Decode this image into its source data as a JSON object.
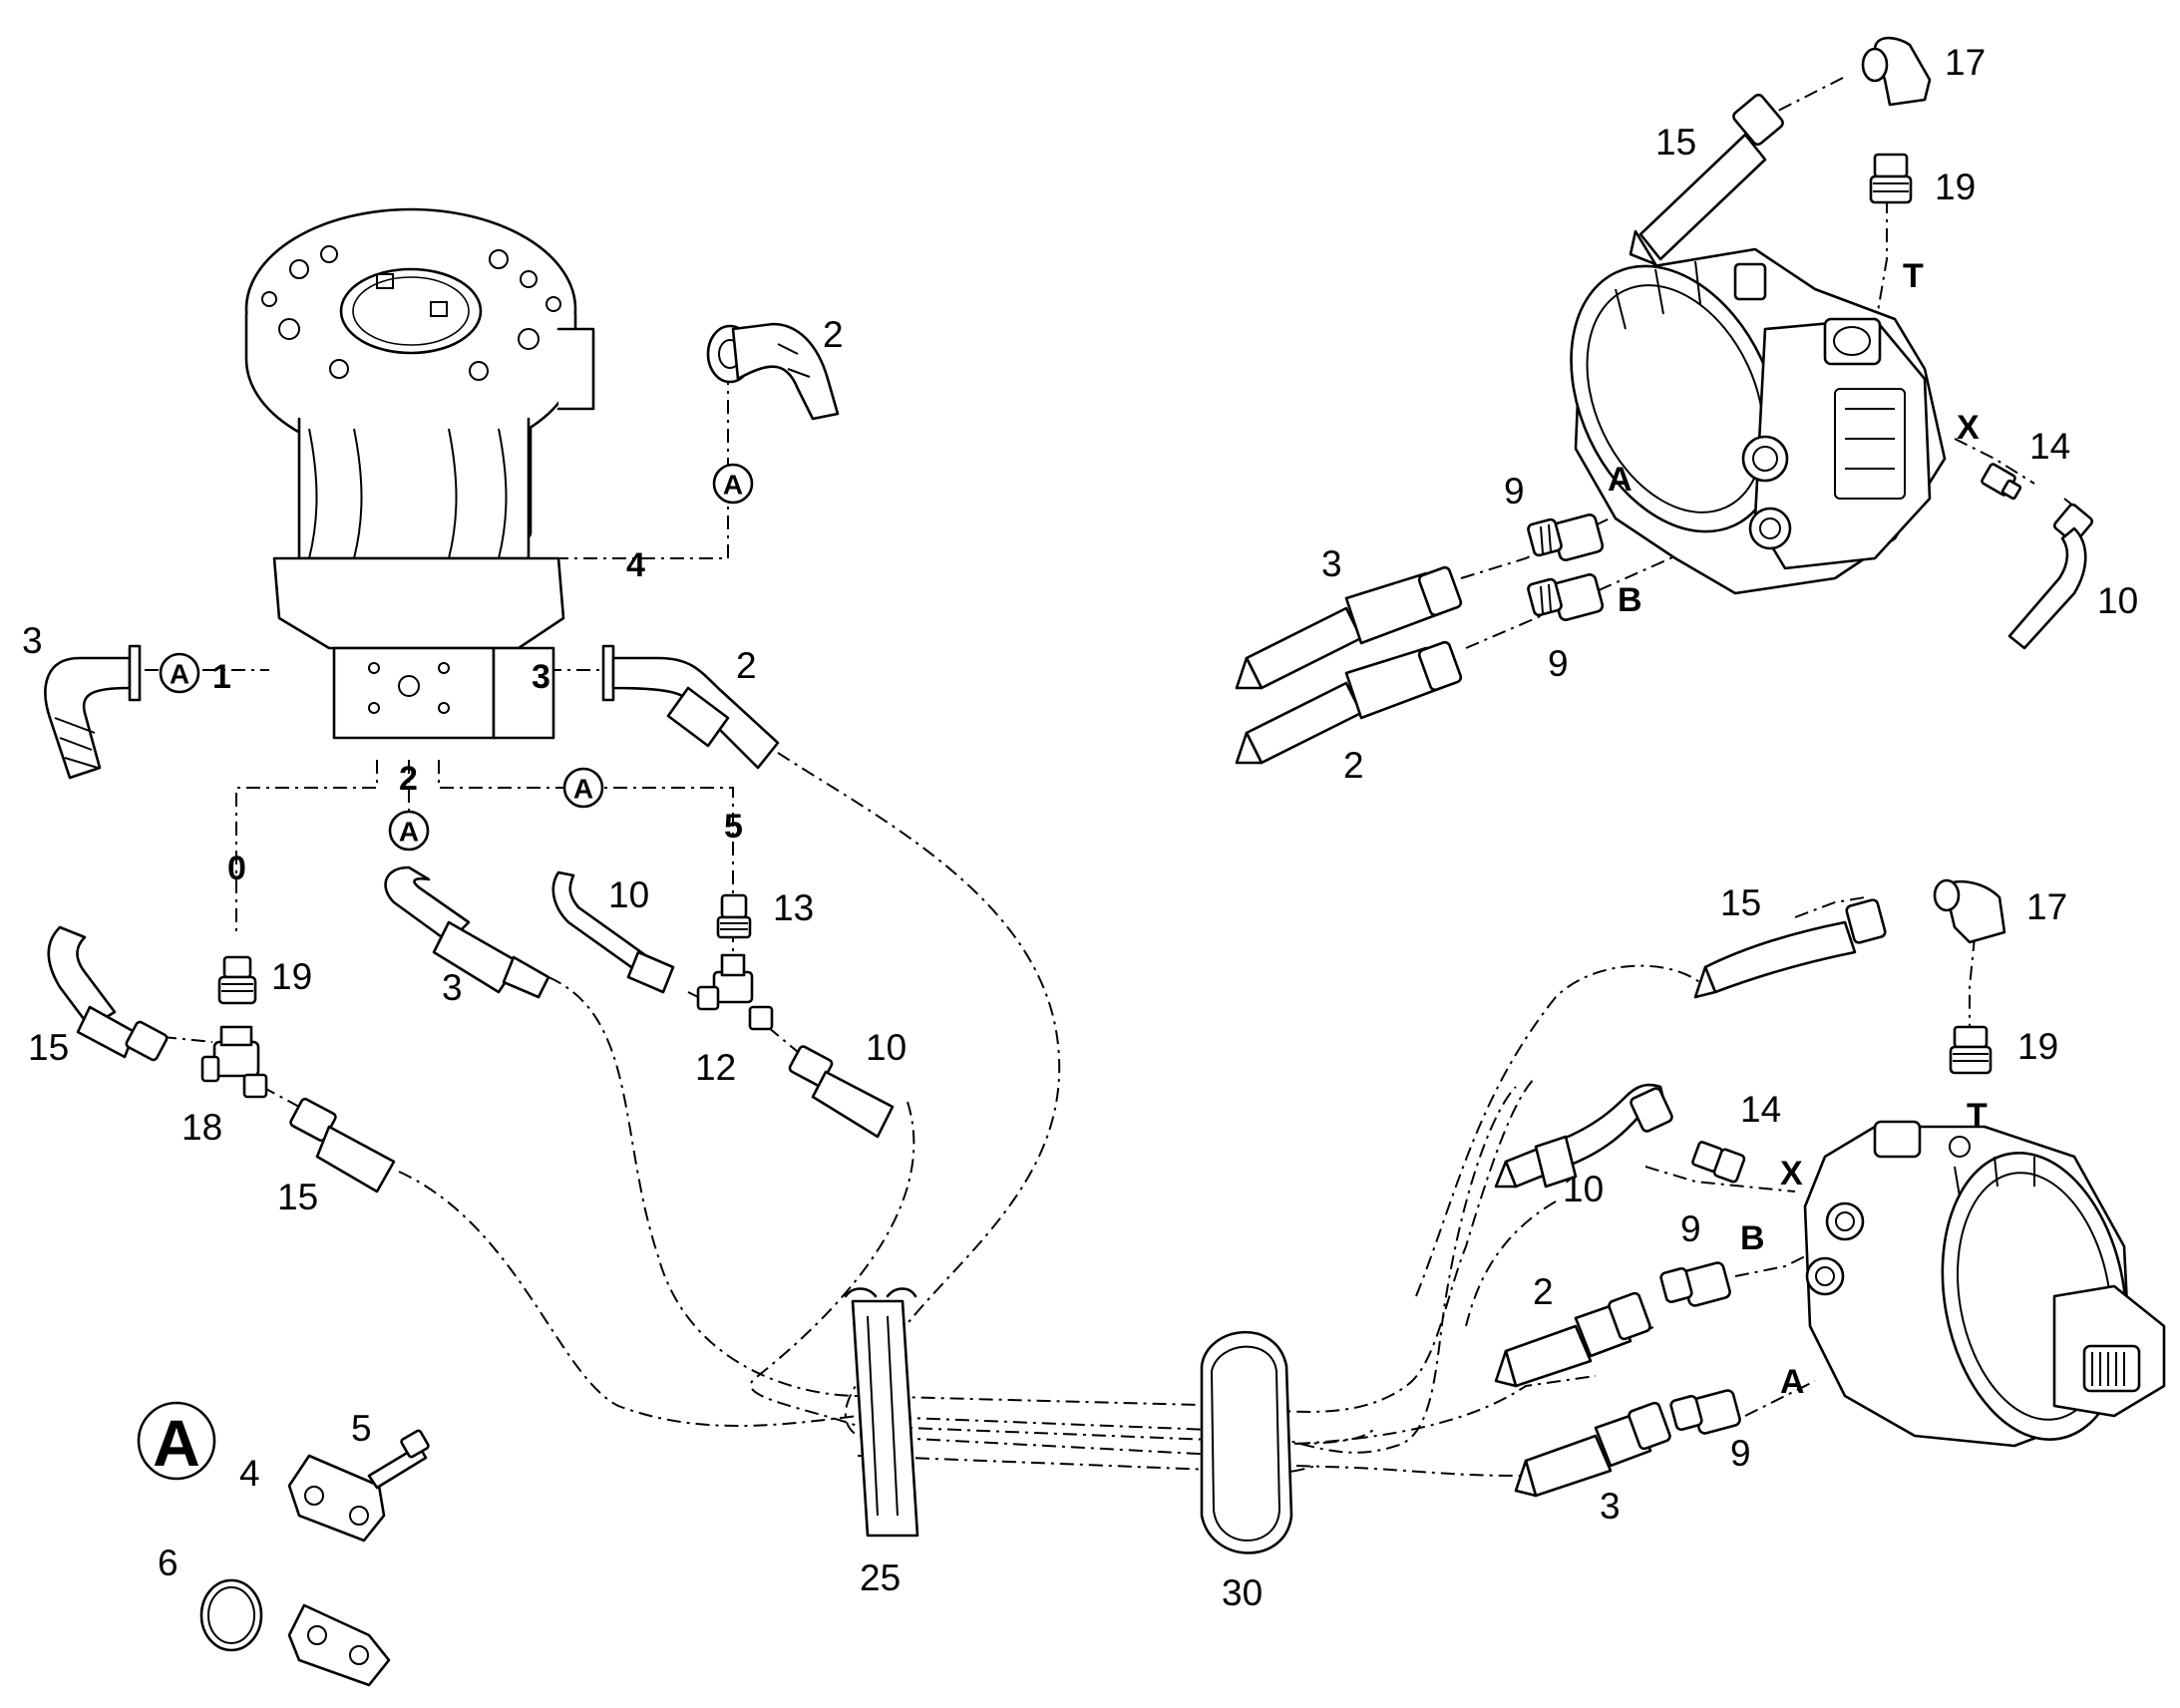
{
  "callout_marker": "A",
  "motor_ports": {
    "label_1": "1",
    "label_2": "2",
    "label_3": "3",
    "label_4": "4",
    "label_5": "5",
    "label_0": "0"
  },
  "pump_ports": {
    "top_A": "A",
    "top_B": "B",
    "top_T": "T",
    "top_X": "X",
    "bottom_A": "A",
    "bottom_B": "B",
    "bottom_T": "T",
    "bottom_X": "X"
  },
  "part_labels": {
    "left_hose_3": "3",
    "left_hose_2": "2",
    "elbow_2": "2",
    "hose_3_lower": "3",
    "hose_10_upper": "10",
    "fitting_13": "13",
    "fitting_19_left": "19",
    "hose_15_left": "15",
    "tee_18": "18",
    "hose_15_lower": "15",
    "tee_12": "12",
    "hose_10_lower": "10",
    "clamp_5": "5",
    "clamp_4": "4",
    "oring_6": "6",
    "clip_25": "25",
    "band_30": "30",
    "top_hose_15": "15",
    "top_elbow_17": "17",
    "top_adapter_19": "19",
    "top_fitting_14": "14",
    "top_hose_10": "10",
    "top_adapter_9_upper": "9",
    "top_adapter_9_lower": "9",
    "top_hose_3": "3",
    "top_hose_2": "2",
    "bot_hose_15": "15",
    "bot_elbow_17": "17",
    "bot_adapter_19": "19",
    "bot_fitting_14": "14",
    "bot_hose_10": "10",
    "bot_adapter_9_upper": "9",
    "bot_adapter_9_lower": "9",
    "bot_hose_2": "2",
    "bot_hose_3": "3"
  }
}
